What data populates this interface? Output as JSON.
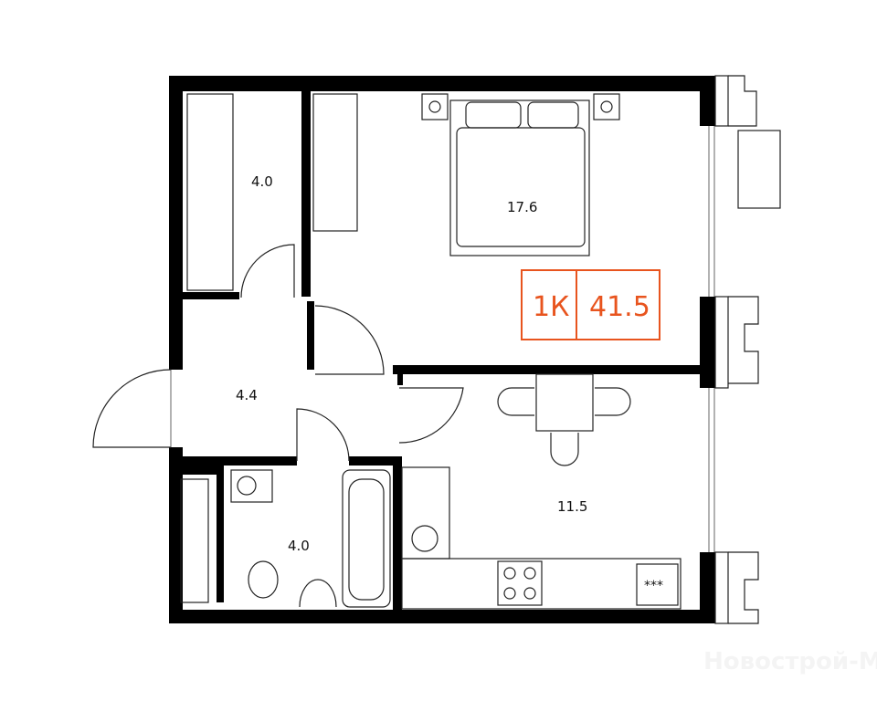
{
  "plan": {
    "rooms": [
      {
        "name": "closet",
        "area": "4.0"
      },
      {
        "name": "bedroom",
        "area": "17.6"
      },
      {
        "name": "hallway",
        "area": "4.4"
      },
      {
        "name": "bathroom",
        "area": "4.0"
      },
      {
        "name": "kitchen",
        "area": "11.5"
      }
    ],
    "badge": {
      "rooms": "1К",
      "total_area": "41.5",
      "color": "#e8541e"
    },
    "watermark": "Новострой-М"
  }
}
